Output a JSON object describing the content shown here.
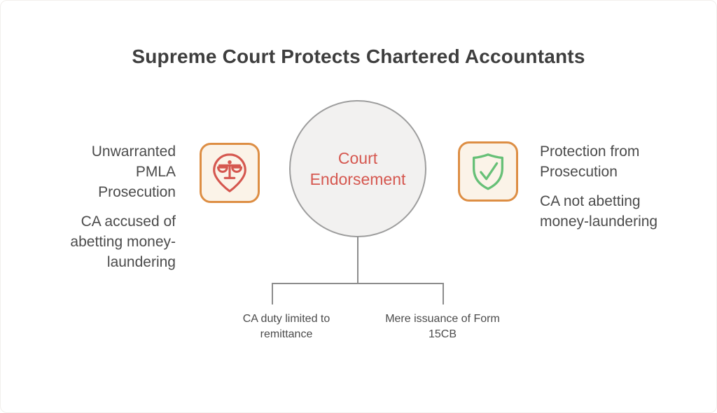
{
  "title": "Supreme Court Protects Chartered Accountants",
  "center": {
    "label": "Court Endorsement"
  },
  "left": {
    "icon": "scales-of-justice-in-location-pin",
    "para1": "Unwarranted PMLA Prosecution",
    "para2": "CA accused of abetting money-laundering"
  },
  "right": {
    "icon": "shield-with-checkmark",
    "para1": "Protection from Prosecution",
    "para2": "CA not abetting money-laundering"
  },
  "branches": [
    "CA duty limited to remittance",
    "Mere issuance of Form 15CB"
  ],
  "colors": {
    "red": "#d5574f",
    "green": "#67c077",
    "orange": "#dd8e44",
    "icon-bg": "#fbf3e8",
    "circle-fill": "#f2f1f0",
    "circle-border": "#9d9d9d",
    "line": "#8c8c8c",
    "title-ink": "#3e3e3e",
    "text-ink": "#4b4b4b"
  }
}
